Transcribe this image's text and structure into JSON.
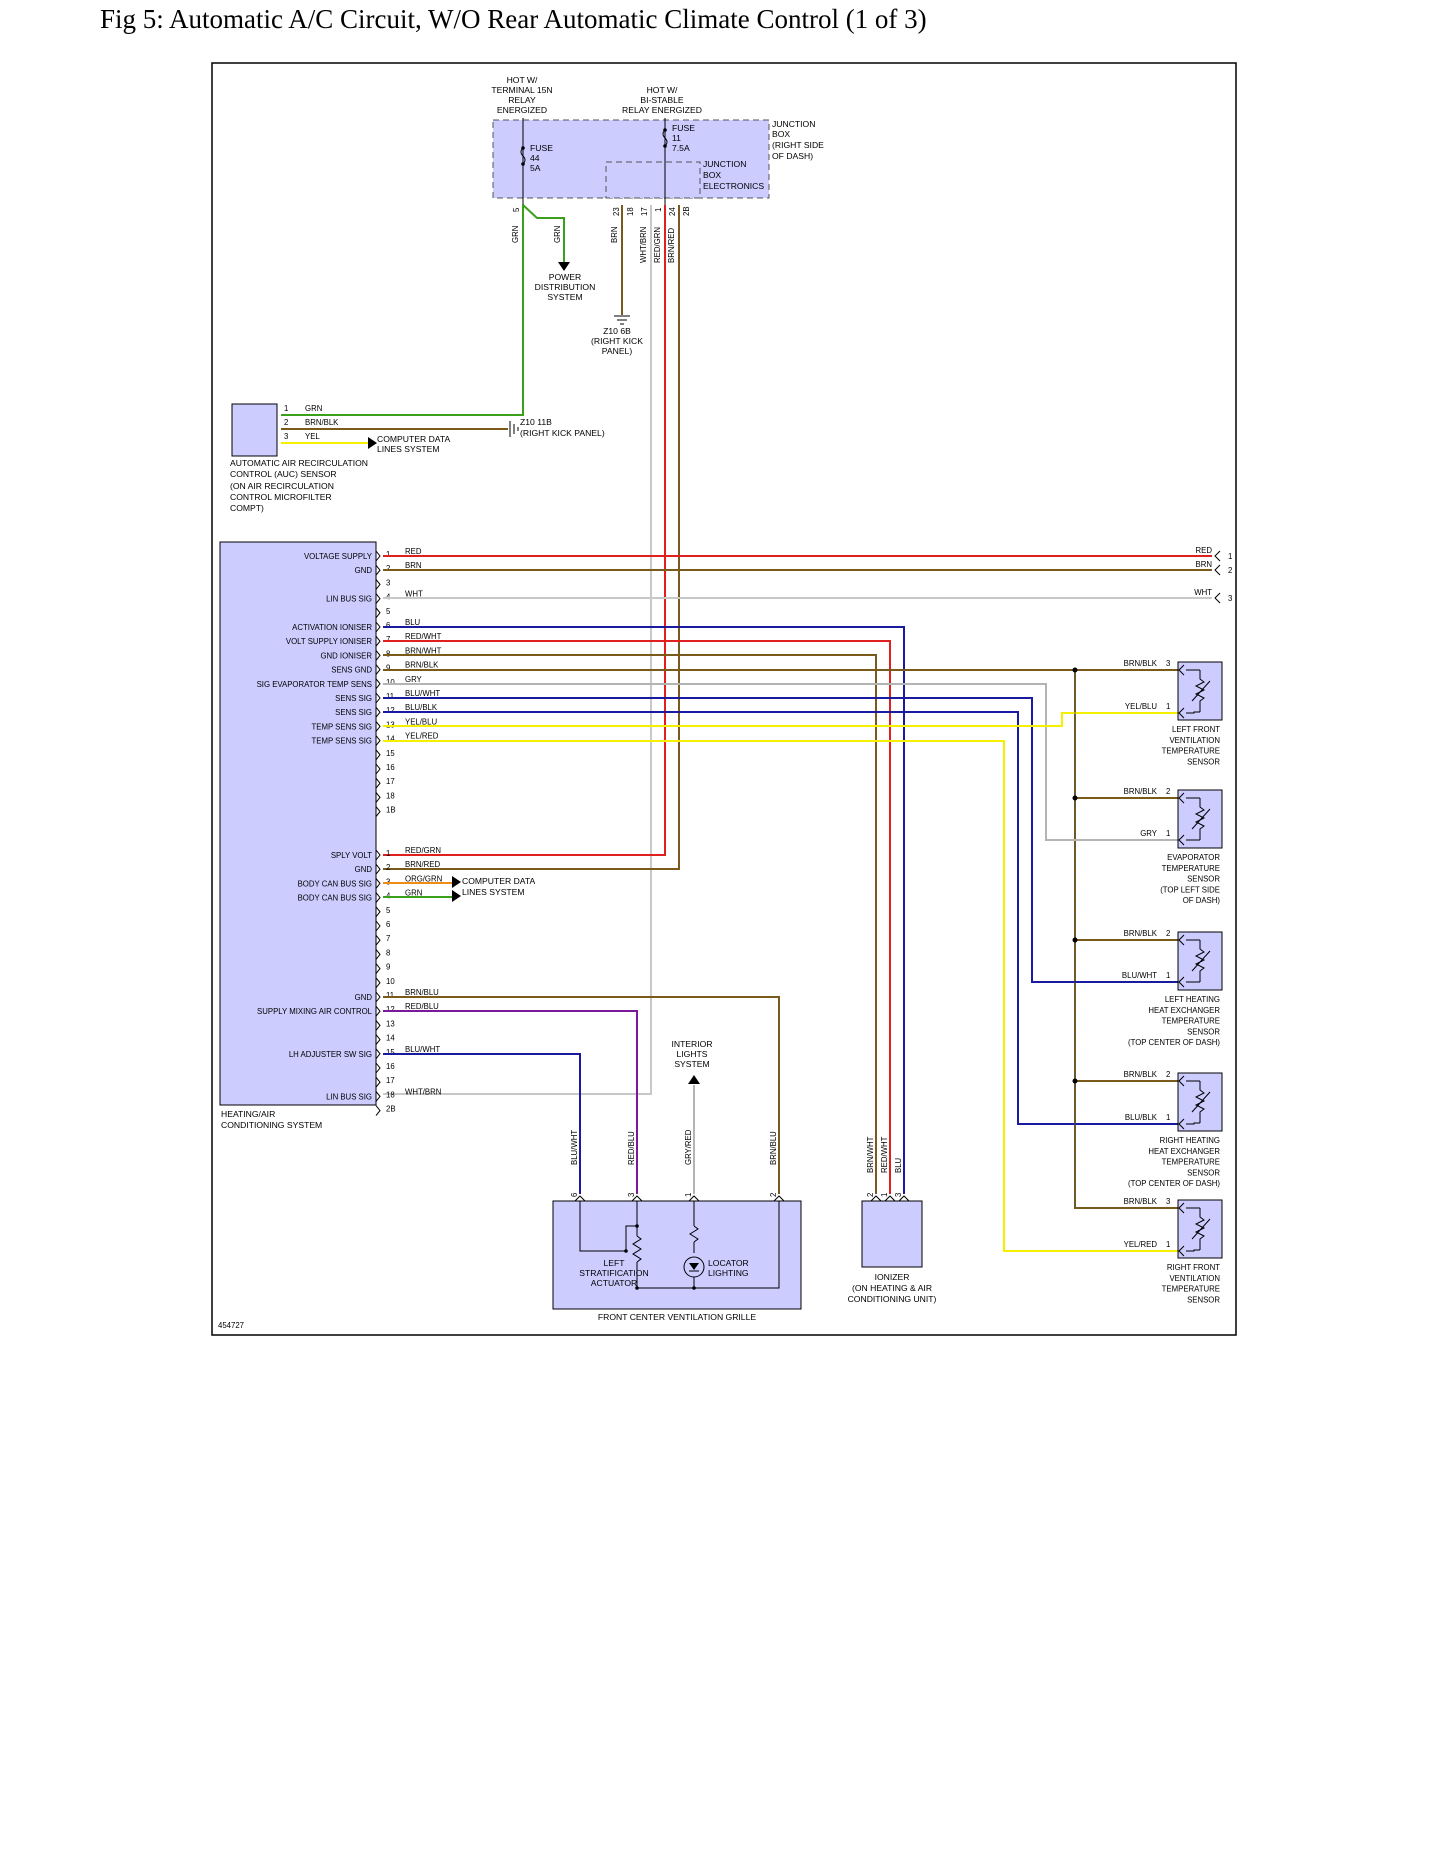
{
  "title": "Fig 5: Automatic A/C Circuit, W/O Rear Automatic Climate Control (1 of 3)",
  "figure_id": "454727",
  "colors": {
    "RED": "#e0201e",
    "BRN": "#7a5a1a",
    "WHT": "#c8c8c8",
    "BLU": "#1a1aa0",
    "GRN": "#3aa01a",
    "YEL": "#f5f000",
    "GRY": "#b4b4b4",
    "ORG": "#f08c14",
    "BLK": "#000000",
    "PUR": "#7a1a9a",
    "box_fill": "#ccccff"
  },
  "top": {
    "hot15": [
      "HOT W/",
      "TERMINAL 15N",
      "RELAY",
      "ENERGIZED"
    ],
    "hotbi": [
      "HOT W/",
      "BI-STABLE",
      "RELAY ENERGIZED"
    ],
    "jb": [
      "JUNCTION",
      "BOX",
      "(RIGHT SIDE",
      "OF DASH)"
    ],
    "jbe": [
      "JUNCTION",
      "BOX",
      "ELECTRONICS"
    ],
    "fuse44": [
      "FUSE",
      "44",
      "5A"
    ],
    "fuse11": [
      "FUSE",
      "11",
      "7.5A"
    ],
    "pins": [
      "5",
      "23",
      "18",
      "17",
      "1",
      "24",
      "2B"
    ],
    "wires": [
      "GRN",
      "GRN",
      "BRN",
      "WHT/BRN",
      "RED/GRN",
      "BRN/RED"
    ],
    "pds": [
      "POWER",
      "DISTRIBUTION",
      "SYSTEM"
    ],
    "z10_6b": [
      "Z10 6B",
      "(RIGHT KICK",
      "PANEL)"
    ]
  },
  "auc": {
    "label": [
      "AUTOMATIC AIR RECIRCULATION",
      "CONTROL (AUC) SENSOR",
      "(ON AIR RECIRCULATION",
      "CONTROL MICROFILTER",
      "COMPT)"
    ],
    "pins": [
      {
        "pin": "1",
        "wire": "GRN"
      },
      {
        "pin": "2",
        "wire": "BRN/BLK"
      },
      {
        "pin": "3",
        "wire": "YEL"
      }
    ],
    "z10_11b": [
      "Z10 11B",
      "(RIGHT KICK PANEL)"
    ],
    "cdl": [
      "COMPUTER DATA",
      "LINES SYSTEM"
    ]
  },
  "hvac": {
    "label": [
      "HEATING/AIR",
      "CONDITIONING SYSTEM"
    ],
    "conn1": [
      {
        "pin": "1",
        "sig": "VOLTAGE SUPPLY",
        "wire": "RED"
      },
      {
        "pin": "2",
        "sig": "GND",
        "wire": "BRN"
      },
      {
        "pin": "3",
        "sig": "",
        "wire": ""
      },
      {
        "pin": "4",
        "sig": "LIN BUS SIG",
        "wire": "WHT"
      },
      {
        "pin": "5",
        "sig": "",
        "wire": ""
      },
      {
        "pin": "6",
        "sig": "ACTIVATION IONISER",
        "wire": "BLU"
      },
      {
        "pin": "7",
        "sig": "VOLT SUPPLY IONISER",
        "wire": "RED/WHT"
      },
      {
        "pin": "8",
        "sig": "GND IONISER",
        "wire": "BRN/WHT"
      },
      {
        "pin": "9",
        "sig": "SENS GND",
        "wire": "BRN/BLK"
      },
      {
        "pin": "10",
        "sig": "SIG EVAPORATOR TEMP SENS",
        "wire": "GRY"
      },
      {
        "pin": "11",
        "sig": "SENS SIG",
        "wire": "BLU/WHT"
      },
      {
        "pin": "12",
        "sig": "SENS SIG",
        "wire": "BLU/BLK"
      },
      {
        "pin": "13",
        "sig": "TEMP SENS SIG",
        "wire": "YEL/BLU"
      },
      {
        "pin": "14",
        "sig": "TEMP SENS SIG",
        "wire": "YEL/RED"
      },
      {
        "pin": "15",
        "sig": "",
        "wire": ""
      },
      {
        "pin": "16",
        "sig": "",
        "wire": ""
      },
      {
        "pin": "17",
        "sig": "",
        "wire": ""
      },
      {
        "pin": "18",
        "sig": "",
        "wire": ""
      },
      {
        "pin": "1B",
        "sig": "",
        "wire": ""
      }
    ],
    "conn2": [
      {
        "pin": "1",
        "sig": "SPLY VOLT",
        "wire": "RED/GRN"
      },
      {
        "pin": "2",
        "sig": "GND",
        "wire": "BRN/RED"
      },
      {
        "pin": "3",
        "sig": "BODY CAN BUS SIG",
        "wire": "ORG/GRN"
      },
      {
        "pin": "4",
        "sig": "BODY CAN BUS SIG",
        "wire": "GRN"
      },
      {
        "pin": "5",
        "sig": "",
        "wire": ""
      },
      {
        "pin": "6",
        "sig": "",
        "wire": ""
      },
      {
        "pin": "7",
        "sig": "",
        "wire": ""
      },
      {
        "pin": "8",
        "sig": "",
        "wire": ""
      },
      {
        "pin": "9",
        "sig": "",
        "wire": ""
      },
      {
        "pin": "10",
        "sig": "",
        "wire": ""
      },
      {
        "pin": "11",
        "sig": "GND",
        "wire": "BRN/BLU"
      },
      {
        "pin": "12",
        "sig": "SUPPLY MIXING AIR CONTROL",
        "wire": "RED/BLU"
      },
      {
        "pin": "13",
        "sig": "",
        "wire": ""
      },
      {
        "pin": "14",
        "sig": "",
        "wire": ""
      },
      {
        "pin": "15",
        "sig": "LH ADJUSTER SW SIG",
        "wire": "BLU/WHT"
      },
      {
        "pin": "16",
        "sig": "",
        "wire": ""
      },
      {
        "pin": "17",
        "sig": "",
        "wire": ""
      },
      {
        "pin": "18",
        "sig": "LIN BUS SIG",
        "wire": "WHT/BRN"
      },
      {
        "pin": "2B",
        "sig": "",
        "wire": ""
      }
    ],
    "cdl": [
      "COMPUTER DATA",
      "LINES SYSTEM"
    ]
  },
  "right_edge": [
    {
      "wire": "RED",
      "pin": "1"
    },
    {
      "wire": "BRN",
      "pin": "2"
    },
    {
      "wire": "WHT",
      "pin": "3"
    }
  ],
  "sensors": [
    {
      "label": [
        "LEFT FRONT",
        "VENTILATION",
        "TEMPERATURE",
        "SENSOR"
      ],
      "a_wire": "BRN/BLK",
      "a_pin": "3",
      "b_wire": "YEL/BLU",
      "b_pin": "1"
    },
    {
      "label": [
        "EVAPORATOR",
        "TEMPERATURE",
        "SENSOR",
        "(TOP LEFT SIDE",
        "OF DASH)"
      ],
      "a_wire": "BRN/BLK",
      "a_pin": "2",
      "b_wire": "GRY",
      "b_pin": "1"
    },
    {
      "label": [
        "LEFT HEATING",
        "HEAT EXCHANGER",
        "TEMPERATURE",
        "SENSOR",
        "(TOP CENTER OF DASH)"
      ],
      "a_wire": "BRN/BLK",
      "a_pin": "2",
      "b_wire": "BLU/WHT",
      "b_pin": "1"
    },
    {
      "label": [
        "RIGHT HEATING",
        "HEAT EXCHANGER",
        "TEMPERATURE",
        "SENSOR",
        "(TOP CENTER OF DASH)"
      ],
      "a_wire": "BRN/BLK",
      "a_pin": "2",
      "b_wire": "BLU/BLK",
      "b_pin": "1"
    },
    {
      "label": [
        "RIGHT FRONT",
        "VENTILATION",
        "TEMPERATURE",
        "SENSOR"
      ],
      "a_wire": "BRN/BLK",
      "a_pin": "3",
      "b_wire": "YEL/RED",
      "b_pin": "1"
    }
  ],
  "grille": {
    "label": "FRONT CENTER VENTILATION GRILLE",
    "actuator": [
      "LEFT",
      "STRATIFICATION",
      "ACTUATOR"
    ],
    "locator": [
      "LOCATOR",
      "LIGHTING"
    ],
    "pins": [
      "6",
      "3",
      "1",
      "2"
    ],
    "wires": [
      "BLU/WHT",
      "RED/BLU",
      "GRY/RED",
      "BRN/BLU"
    ],
    "interior": [
      "INTERIOR",
      "LIGHTS",
      "SYSTEM"
    ]
  },
  "ionizer": {
    "label": [
      "IONIZER",
      "(ON HEATING & AIR",
      "CONDITIONING UNIT)"
    ],
    "pins": [
      "2",
      "1",
      "3"
    ],
    "wires": [
      "BRN/WHT",
      "RED/WHT",
      "BLU"
    ]
  }
}
